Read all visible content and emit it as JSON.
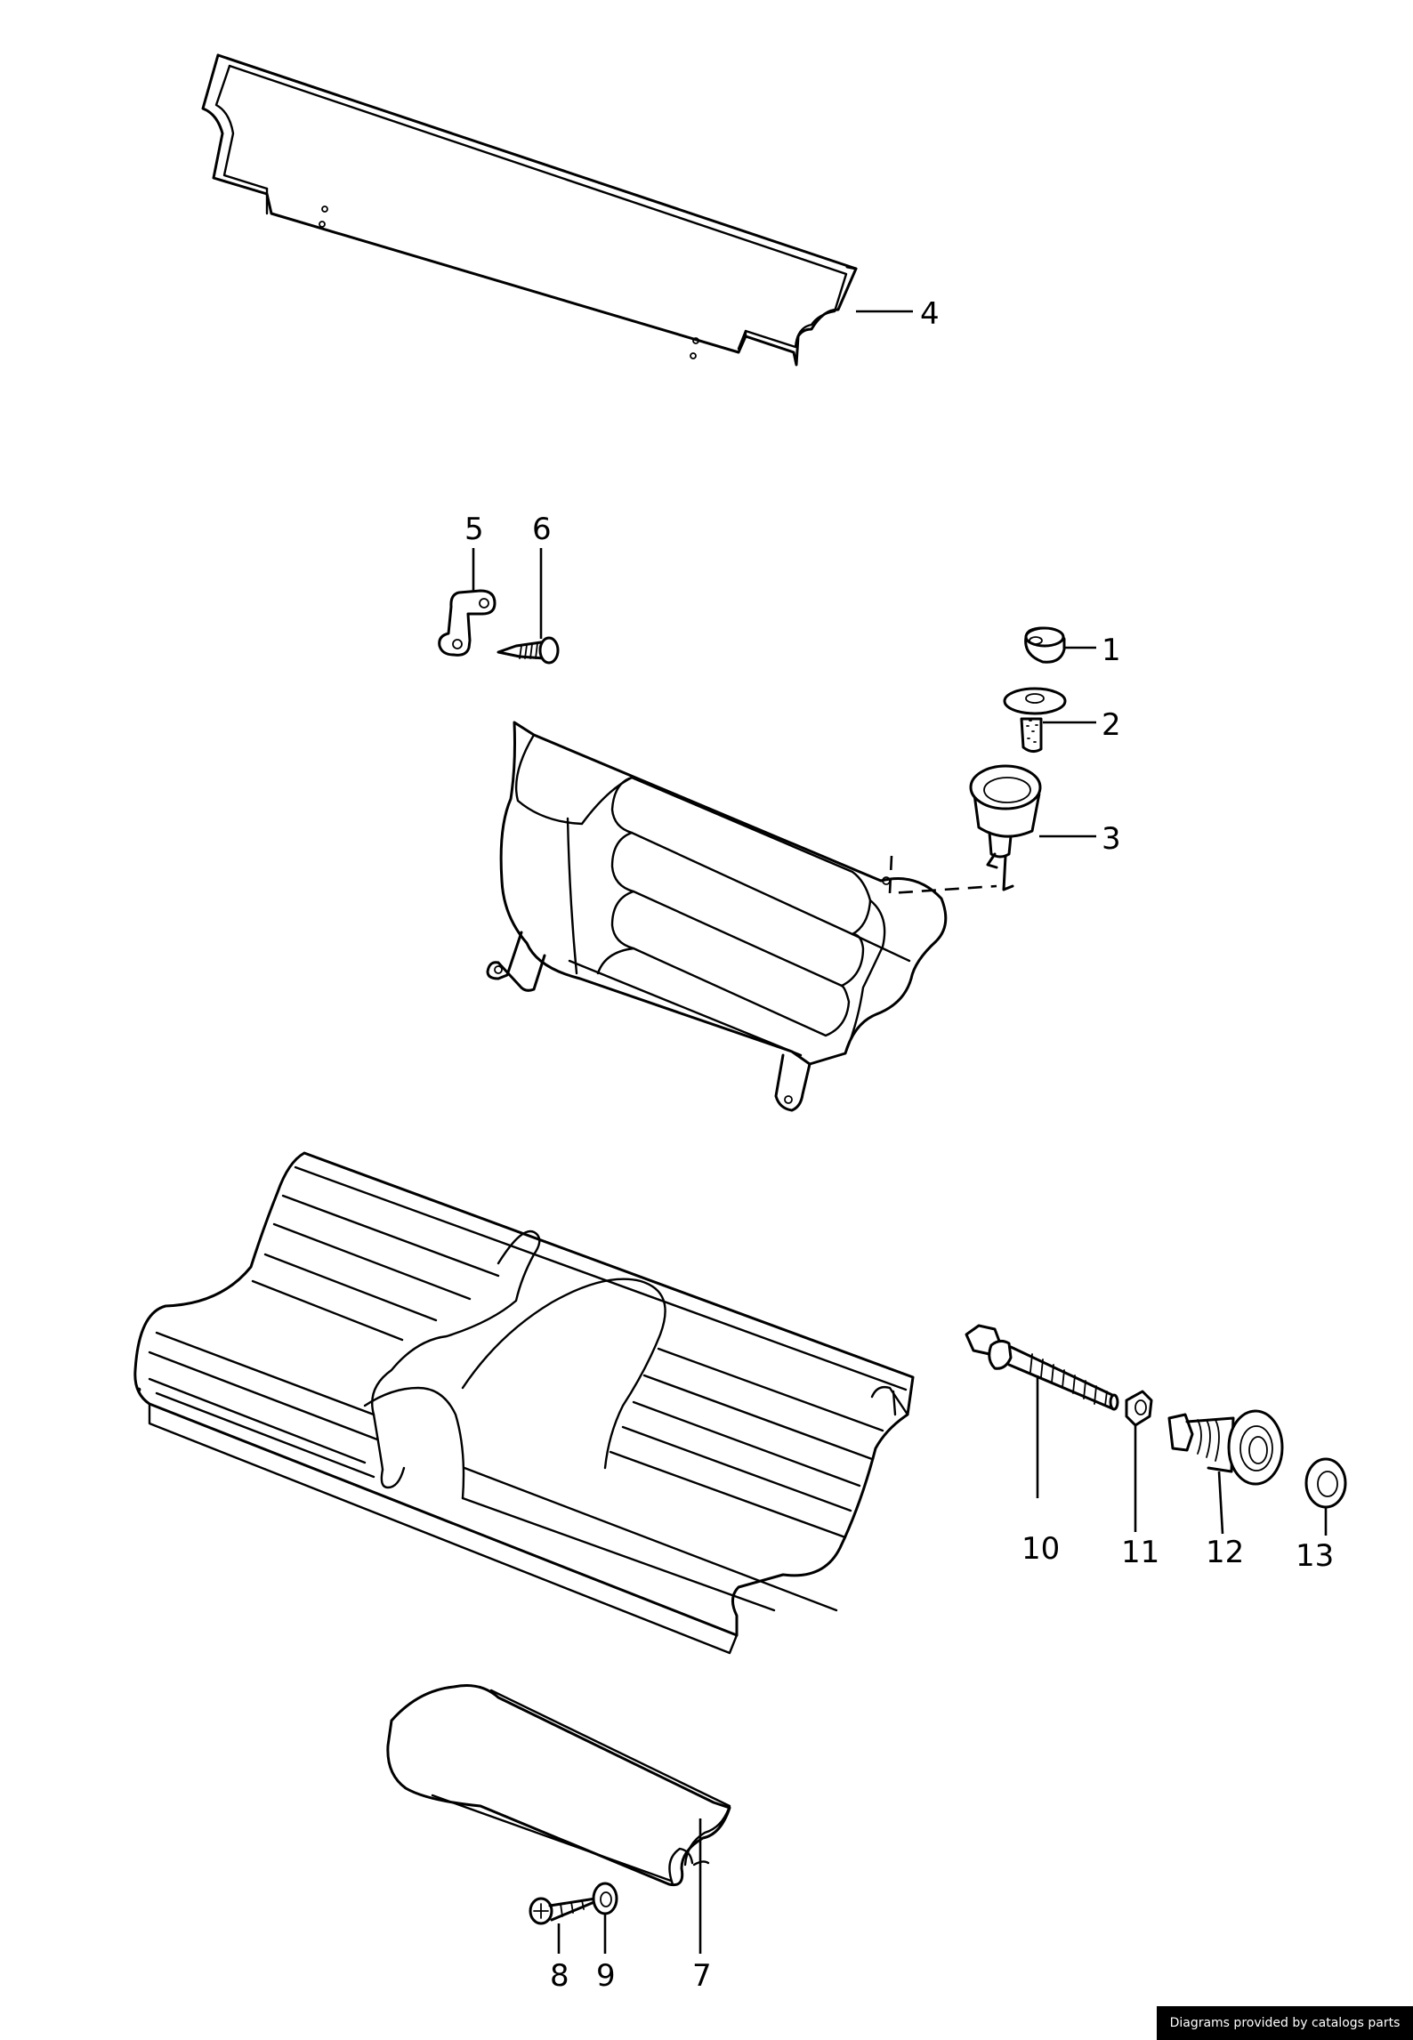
{
  "callouts": {
    "c1": "1",
    "c2": "2",
    "c3": "3",
    "c4": "4",
    "c5": "5",
    "c6": "6",
    "c7": "7",
    "c8": "8",
    "c9": "9",
    "c10": "10",
    "c11": "11",
    "c12": "12",
    "c13": "13"
  },
  "credit": "Diagrams provided by catalogs parts"
}
